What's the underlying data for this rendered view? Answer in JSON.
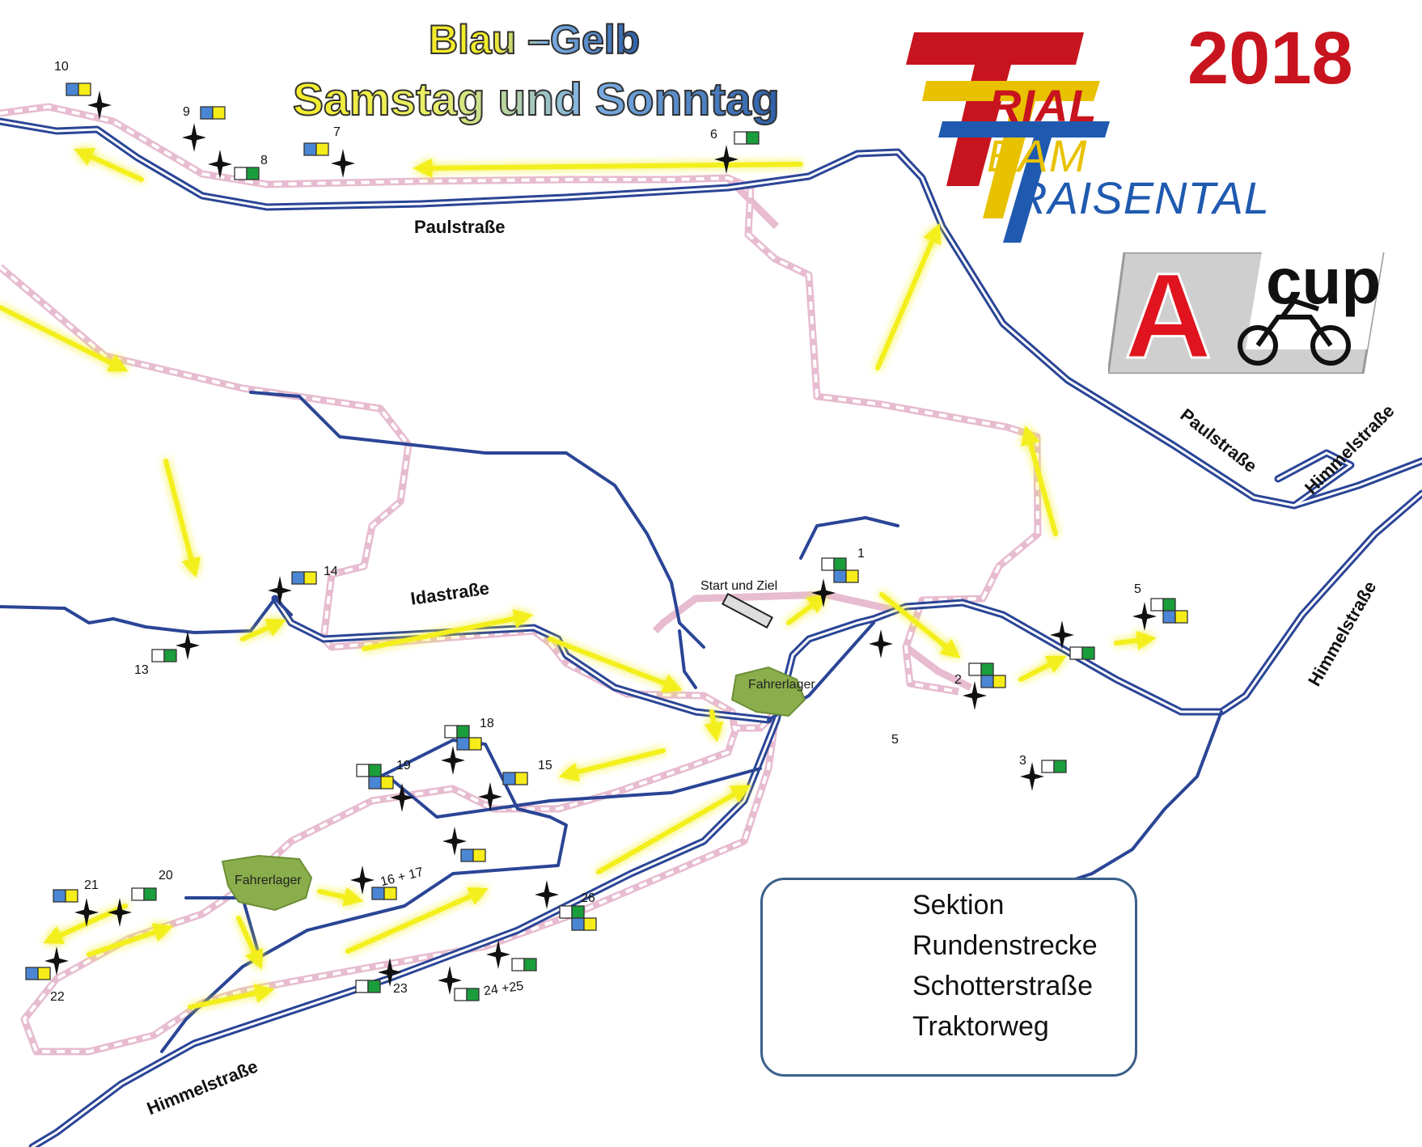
{
  "title": {
    "line1": "Blau –Gelb",
    "line2": "Samstag und Sonntag"
  },
  "year": "2018",
  "logo": {
    "word1": "RIAL",
    "word2": "EAM",
    "word3": "RAISENTAL",
    "badge_letter": "A",
    "badge_word": "cup"
  },
  "roads": {
    "paulstrasse_top": "Paulstraße",
    "paulstrasse_right": "Paulstraße",
    "himmelstrasse_top_right": "Himmelstraße",
    "himmelstrasse_right": "Himmelstraße",
    "himmelstrasse_bottom": "Himmelstraße",
    "idastrasse": "Idastraße"
  },
  "places": {
    "start": "Start und Ziel",
    "camp_1": "Fahrerlager",
    "camp_2": "Fahrerlager",
    "center_number": "5"
  },
  "sections": [
    {
      "label": "1"
    },
    {
      "label": "2"
    },
    {
      "label": "3"
    },
    {
      "label": "5"
    },
    {
      "label": "6"
    },
    {
      "label": "7"
    },
    {
      "label": "8"
    },
    {
      "label": "9"
    },
    {
      "label": "10"
    },
    {
      "label": "13"
    },
    {
      "label": "14"
    },
    {
      "label": "15"
    },
    {
      "label": "16 + 17"
    },
    {
      "label": "18"
    },
    {
      "label": "19"
    },
    {
      "label": "20"
    },
    {
      "label": "21"
    },
    {
      "label": "22"
    },
    {
      "label": "23"
    },
    {
      "label": "24 +25"
    },
    {
      "label": "26"
    }
  ],
  "legend": {
    "section": "Sektion",
    "round": "Rundenstrecke",
    "gravel": "Schotterstraße",
    "tractor": "Traktorweg"
  },
  "colors": {
    "blue": "#4a86d4",
    "yellow": "#f5ec1a",
    "green": "#1a9e3c",
    "white": "#ffffff",
    "road": "#2a4596",
    "round_track": "#e7bcd0",
    "arrow": "#f3ef1a",
    "camp": "#8aae4c",
    "year_red": "#c8141e"
  }
}
